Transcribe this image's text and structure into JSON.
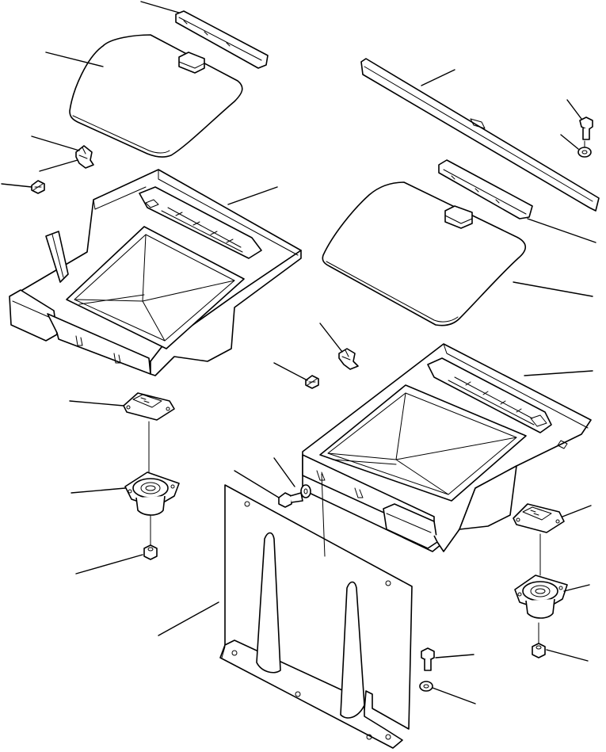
{
  "figure": {
    "kind": "exploded parts diagram",
    "parts": [
      {
        "id": "cover-strip-left",
        "icon": "hinge-strip-icon"
      },
      {
        "id": "lid-left",
        "icon": "lid-panel-icon"
      },
      {
        "id": "clip-left",
        "icon": "clip-icon"
      },
      {
        "id": "screw-left",
        "icon": "screw-icon"
      },
      {
        "id": "console-box-left",
        "icon": "console-box-icon"
      },
      {
        "id": "mount-plate-left",
        "icon": "mount-plate-icon"
      },
      {
        "id": "damper-mount-left",
        "icon": "damper-mount-icon"
      },
      {
        "id": "nut-left",
        "icon": "nut-icon"
      },
      {
        "id": "rail-right",
        "icon": "rail-icon"
      },
      {
        "id": "bolt-top-right",
        "icon": "bolt-icon"
      },
      {
        "id": "washer-top-right",
        "icon": "washer-icon"
      },
      {
        "id": "cover-strip-right",
        "icon": "hinge-strip-icon"
      },
      {
        "id": "lid-right",
        "icon": "lid-panel-icon"
      },
      {
        "id": "clip-center",
        "icon": "clip-icon"
      },
      {
        "id": "screw-center",
        "icon": "screw-icon"
      },
      {
        "id": "console-box-right",
        "icon": "console-box-icon"
      },
      {
        "id": "bolt-center",
        "icon": "bolt-icon"
      },
      {
        "id": "washer-center",
        "icon": "washer-icon"
      },
      {
        "id": "mount-plate-right",
        "icon": "mount-plate-icon"
      },
      {
        "id": "damper-mount-right",
        "icon": "damper-mount-icon"
      },
      {
        "id": "nut-right",
        "icon": "nut-icon"
      },
      {
        "id": "base-panel",
        "icon": "base-panel-icon"
      },
      {
        "id": "bolt-bottom",
        "icon": "bolt-icon"
      },
      {
        "id": "washer-bottom",
        "icon": "washer-icon"
      }
    ]
  },
  "colors": {
    "line": "#000000",
    "background": "#ffffff"
  }
}
